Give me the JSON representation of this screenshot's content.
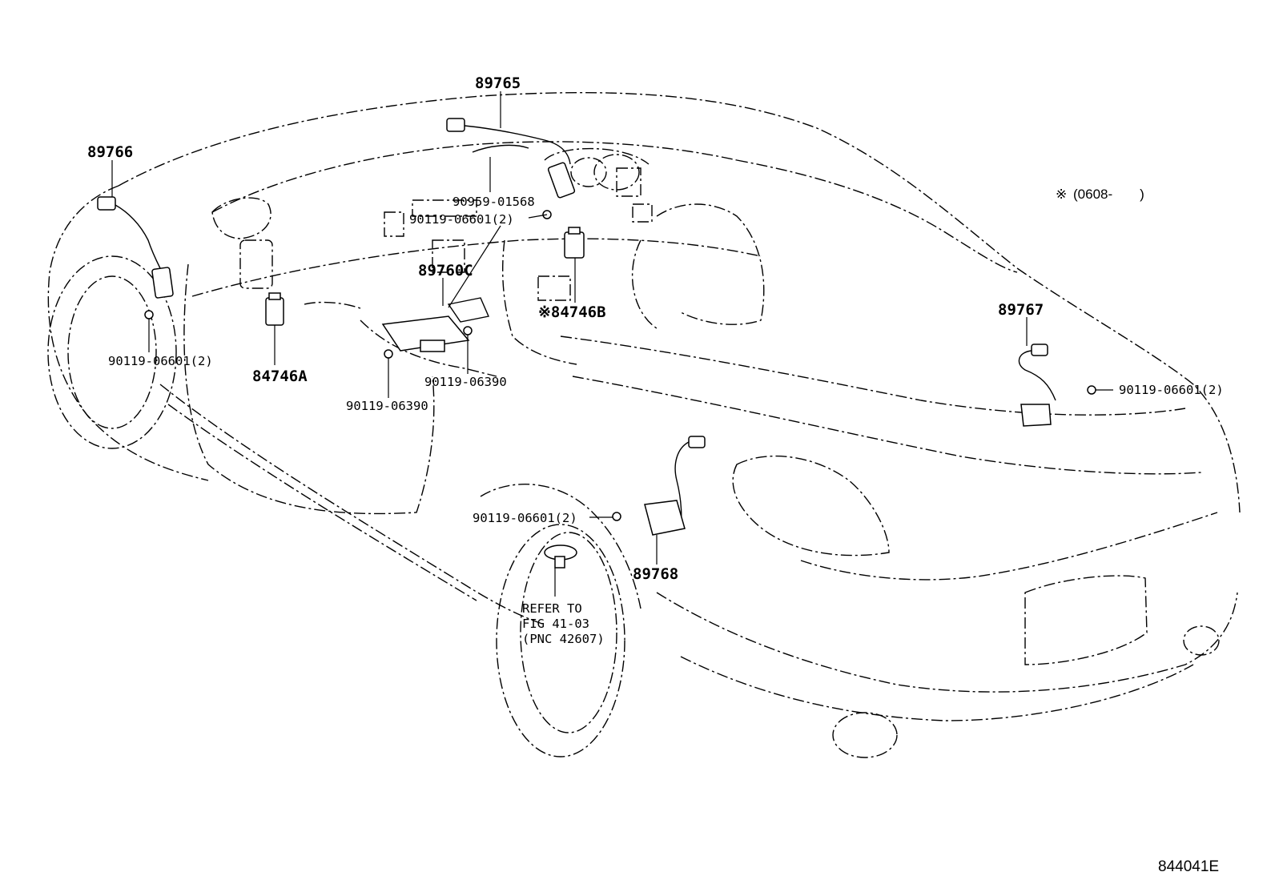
{
  "figure_id": "844041E",
  "note": {
    "symbol": "※",
    "text": "(0608-　　)"
  },
  "labels": {
    "p89765": "89765",
    "p89766": "89766",
    "p90959": "90959-01568",
    "p90119_top": "90119-06601(2)",
    "p89760C": "89760C",
    "p84746B": "※84746B",
    "p90119_left": "90119-06601(2)",
    "p84746A": "84746A",
    "p90119_06390_a": "90119-06390",
    "p90119_06390_b": "90119-06390",
    "p89767": "89767",
    "p90119_right": "90119-06601(2)",
    "p90119_mid": "90119-06601(2)",
    "p89768": "89768",
    "refer_line1": "REFER TO",
    "refer_line2": "FIG 41-03",
    "refer_line3": "(PNC 42607)"
  }
}
